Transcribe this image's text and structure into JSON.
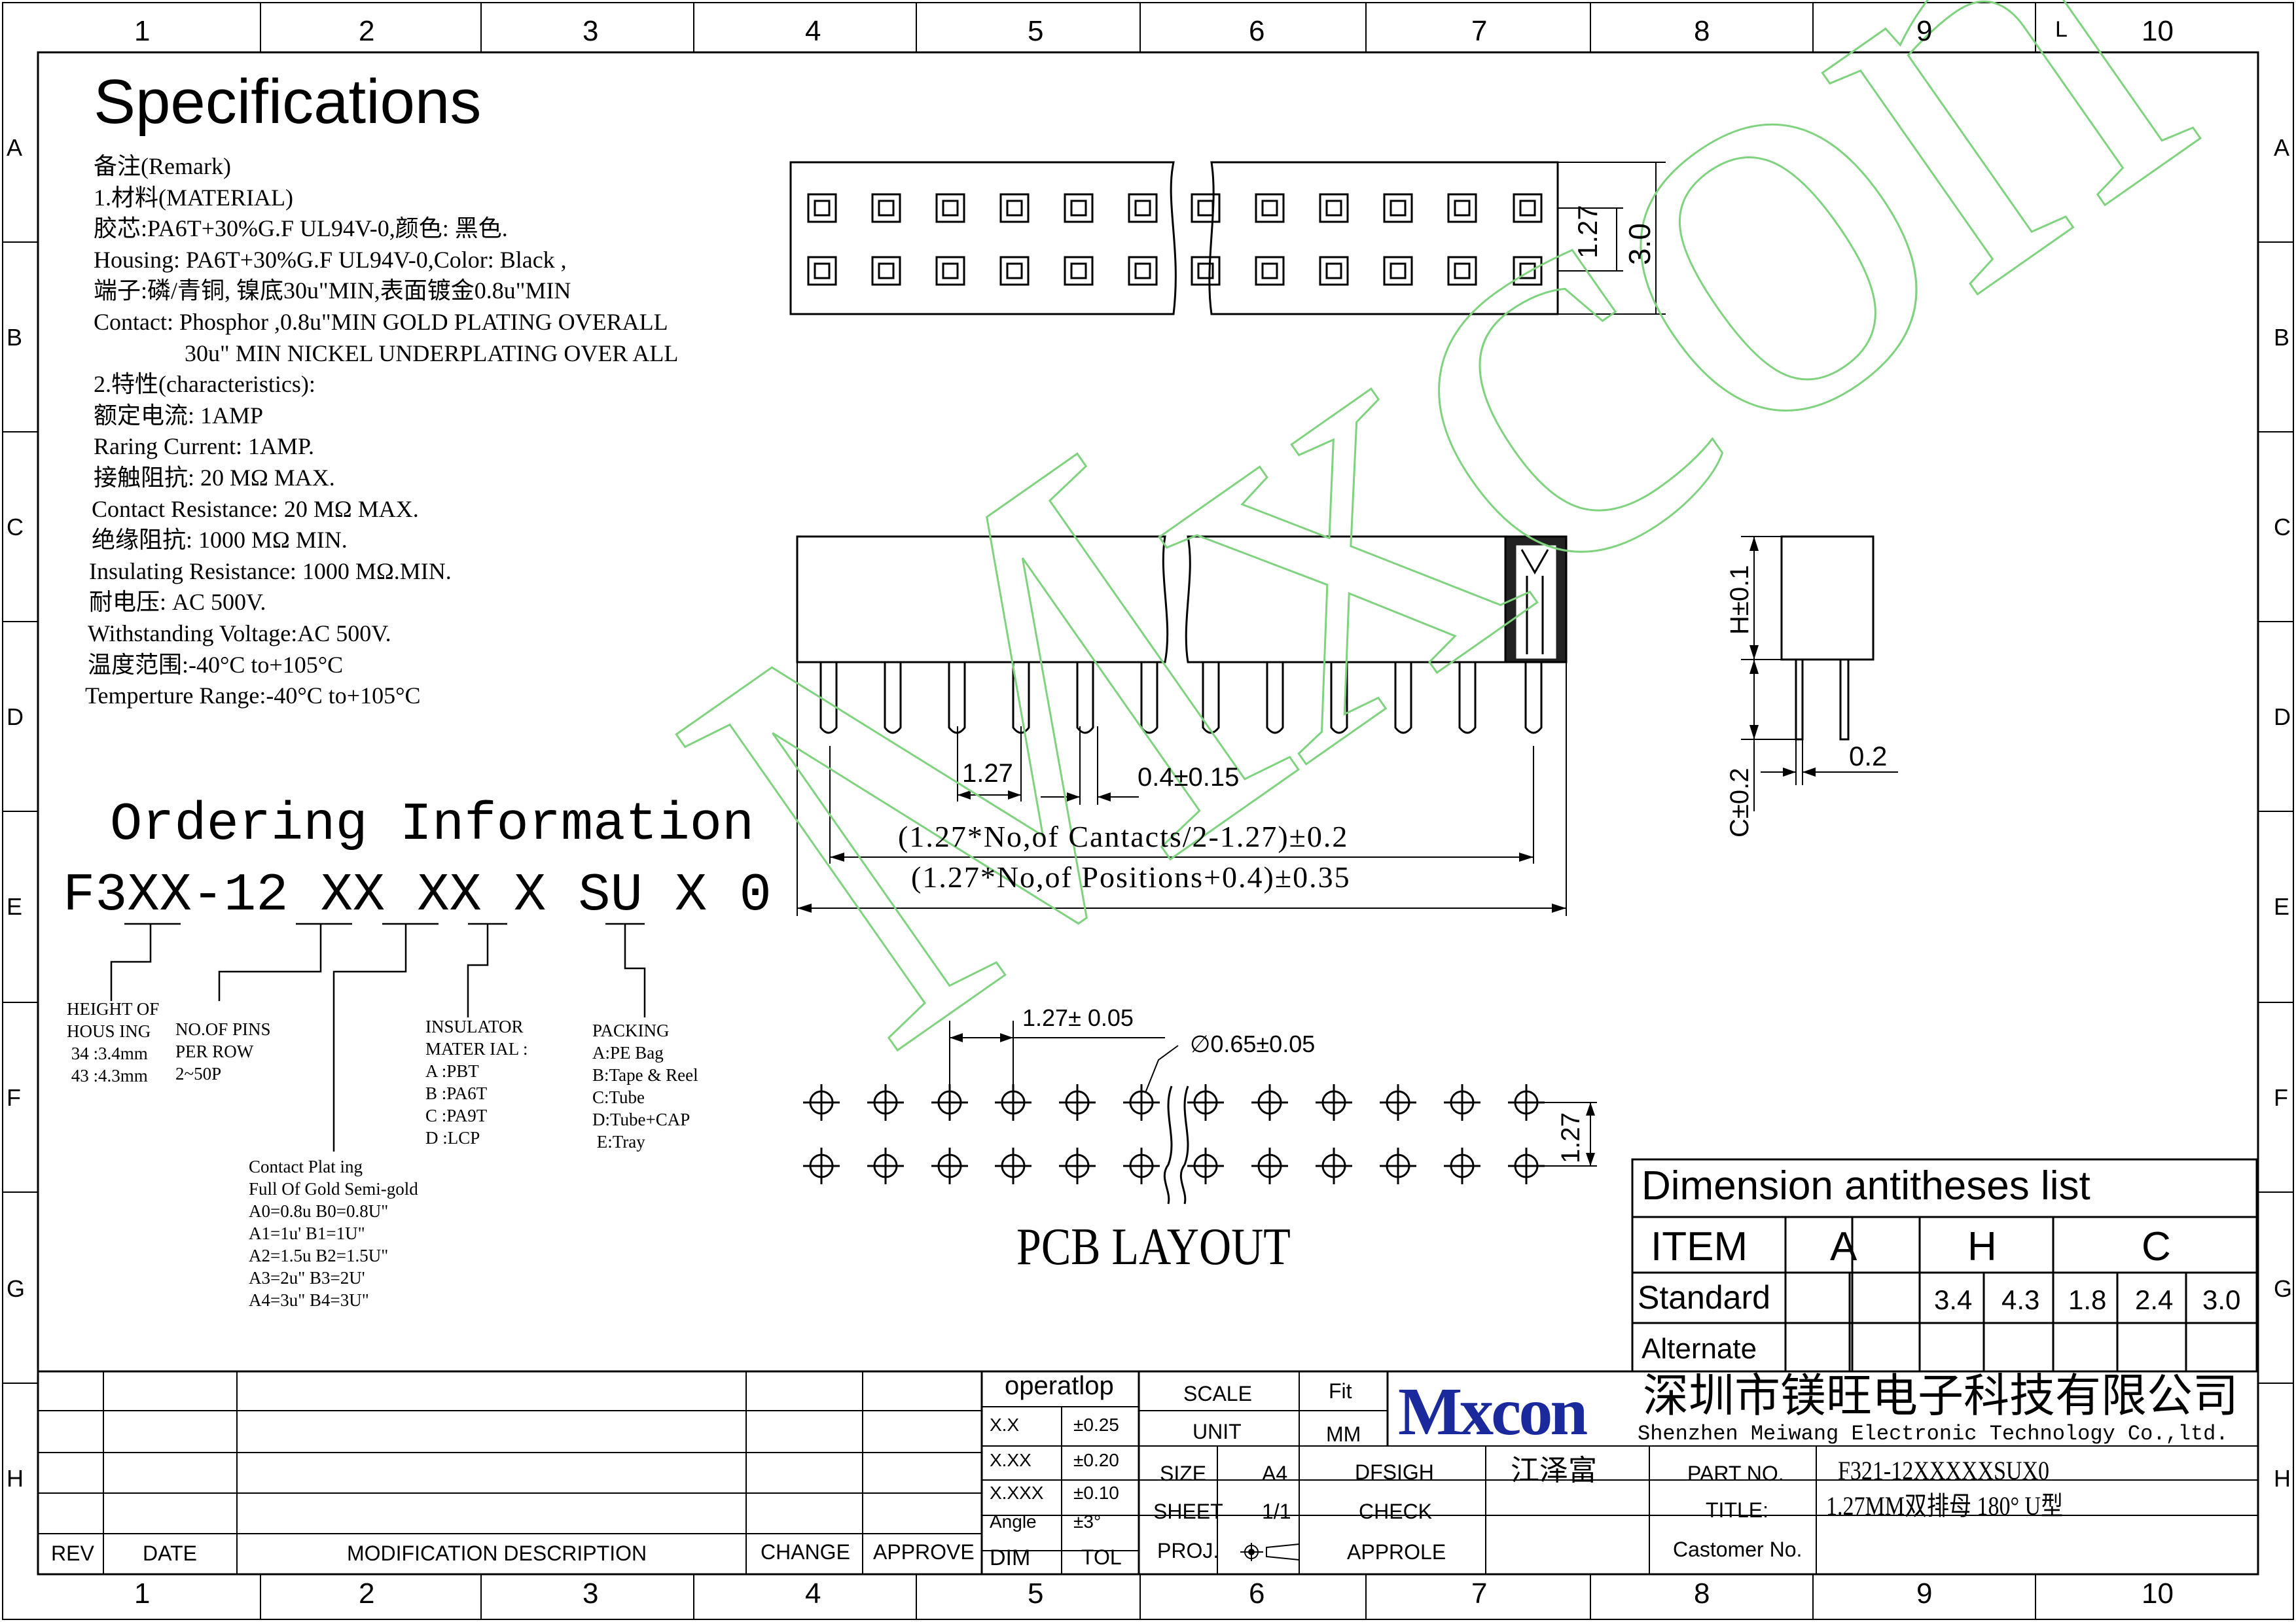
{
  "frame": {
    "cols": [
      "1",
      "2",
      "3",
      "4",
      "5",
      "6",
      "7",
      "8",
      "9",
      "10"
    ],
    "rows": [
      "A",
      "B",
      "C",
      "D",
      "E",
      "F",
      "G",
      "H"
    ],
    "col_L": "L"
  },
  "spec": {
    "title": "Specifications",
    "lines": [
      "备注(Remark)",
      "1.材料(MATERIAL)",
      "胶芯:PA6T+30%G.F UL94V-0,颜色: 黑色.",
      " Housing: PA6T+30%G.F UL94V-0,Color: Black ,",
      "端子:磷/青铜, 镍底30u\"MIN,表面镀金0.8u\"MIN",
      "Contact: Phosphor ,0.8u\"MIN GOLD PLATING OVERALL",
      "30u\" MIN NICKEL UNDERPLATING OVER ALL",
      "2.特性(characteristics):",
      "额定电流: 1AMP",
      " Raring Current: 1AMP.",
      "接触阻抗: 20 MΩ MAX.",
      "Contact Resistance: 20 MΩ MAX.",
      "绝缘阻抗: 1000 MΩ MIN.",
      "Insulating Resistance: 1000 MΩ.MIN.",
      "耐电压: AC 500V.",
      "Withstanding Voltage:AC 500V.",
      "温度范围:-40°C to+105°C",
      "Temperture Range:-40°C to+105°C"
    ]
  },
  "ordering": {
    "title": "Ordering Information",
    "code_parts": [
      "F3",
      "XX",
      "-12 ",
      "XX",
      " ",
      "XX",
      " ",
      "X",
      " SU ",
      "X",
      " 0"
    ],
    "height": "HEIGHT OF\nHOUS ING\n 34 :3.4mm\n 43 :4.3mm",
    "pins": "NO.OF PINS\nPER ROW\n2~50P",
    "insulator": "INSULATOR\nMATER IAL :\nA :PBT\nB :PA6T\nC :PA9T\nD :LCP",
    "packing": "PACKING\nA:PE Bag\nB:Tape & Reel\nC:Tube\nD:Tube+CAP\n E:Tray",
    "plating": "Contact Plat ing\nFull Of Gold Semi-gold\nA0=0.8u B0=0.8U\"\nA1=1u' B1=1U\"\nA2=1.5u B2=1.5U\"\nA3=2u\" B3=2U'\nA4=3u\" B4=3U\""
  },
  "top_view": {
    "dim_pitch": "1.27",
    "dim_width": "3.0"
  },
  "front_view": {
    "dim_pitch": "1.27",
    "dim_pin": "0.4±0.15",
    "dim_contacts": "(1.27*No,of Cantacts/2-1.27)±0.2",
    "dim_positions": "(1.27*No,of Positions+0.4)±0.35"
  },
  "side_view": {
    "dim_h": "H±0.1",
    "dim_c": "C±0.2",
    "dim_t": "0.2"
  },
  "pcb": {
    "dim_pitch": "1.27± 0.05",
    "dim_hole": "∅0.65±0.05",
    "dim_row": "1.27",
    "title": "PCB LAYOUT"
  },
  "dim_table": {
    "title": "Dimension  antitheses list",
    "item": "ITEM",
    "cols": [
      "A",
      "H",
      "C"
    ],
    "standard": "Standard",
    "alternate": "Alternate",
    "standard_values": [
      "",
      "",
      "3.4",
      "4.3",
      "1.8",
      "2.4",
      "3.0"
    ]
  },
  "title_block": {
    "rev": "REV",
    "date": "DATE",
    "mod": "MODIFICATION DESCRIPTION",
    "change": "CHANGE",
    "approve": "APPROVE",
    "operatlop": "operatlop",
    "tol_rows": [
      [
        "X.X",
        "±0.25"
      ],
      [
        "X.XX",
        "±0.20"
      ],
      [
        "X.XXX",
        "±0.10"
      ],
      [
        "Angle",
        "±3°"
      ],
      [
        "DIM",
        "TOL"
      ]
    ],
    "scale": "SCALE",
    "fit": "Fit",
    "unit": "UNIT",
    "mm": "MM",
    "size": "SIZE",
    "size_val": "A4",
    "dfsigh": "DFSIGH",
    "designer": "江泽富",
    "sheet": "SHEET",
    "sheet_val": "1/1",
    "check": "CHECK",
    "proj": "PROJ.",
    "approle": "APPROLE",
    "logo": "Mxcon",
    "company_cn": "深圳市镁旺电子科技有限公司",
    "company_en": "Shenzhen Meiwang Electronic Technology Co.,ltd.",
    "part_no_label": "PART NO.",
    "part_no": "F321-12XXXXXSUX0",
    "title_label": "TITLE:",
    "title_val": "1.27MM双排母 180° U型",
    "customer_label": "Castomer No."
  },
  "watermark": "Mxcon",
  "colors": {
    "watermark": "#7fd37f",
    "logo": "#1a2a9c",
    "line": "#000000"
  }
}
